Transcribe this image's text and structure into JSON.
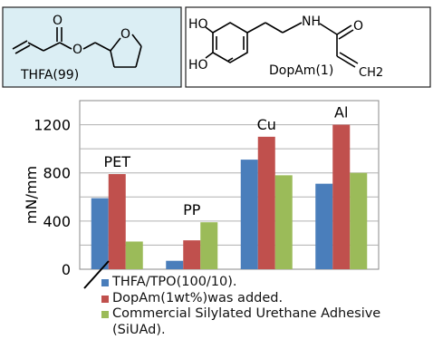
{
  "molecules": [
    {
      "name": "THFA(99)"
    },
    {
      "name": "DopAm(1)",
      "atoms": [
        "HO",
        "HO",
        "NH",
        "O",
        "CH2"
      ]
    }
  ],
  "molecule_atoms_thfa": [
    "O",
    "O",
    "O"
  ],
  "colors": {
    "blue": "#4a7ebb",
    "red": "#c0504d",
    "green": "#9bbb59",
    "box_fill": "#dbeef4"
  },
  "chart_data": {
    "type": "bar",
    "categories": [
      "PET",
      "PP",
      "Cu",
      "Al"
    ],
    "series": [
      {
        "name": "THFA/TPO(100/10).",
        "values": [
          590,
          70,
          910,
          710
        ]
      },
      {
        "name": "DopAm(1wt%)was added.",
        "values": [
          790,
          240,
          1100,
          1200
        ]
      },
      {
        "name": "Commercial Silylated Urethane Adhesive (SiUAd).",
        "values": [
          230,
          390,
          780,
          800
        ]
      }
    ],
    "ylabel": "mN/mm",
    "ylim": [
      0,
      1400
    ],
    "yticks": [
      0,
      400,
      800,
      1200
    ],
    "grid": true,
    "legend": "bottom"
  }
}
